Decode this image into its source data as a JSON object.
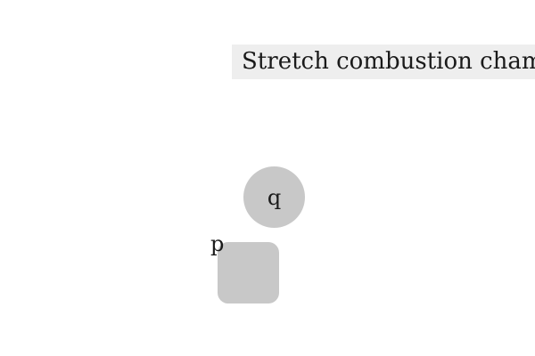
{
  "instruction": {
    "text": "Stretch combustion cham"
  },
  "shapes": {
    "circle": {
      "label": "q",
      "fill": "#c8c8c8"
    },
    "square": {
      "label": "p",
      "fill": "#c8c8c8"
    }
  }
}
